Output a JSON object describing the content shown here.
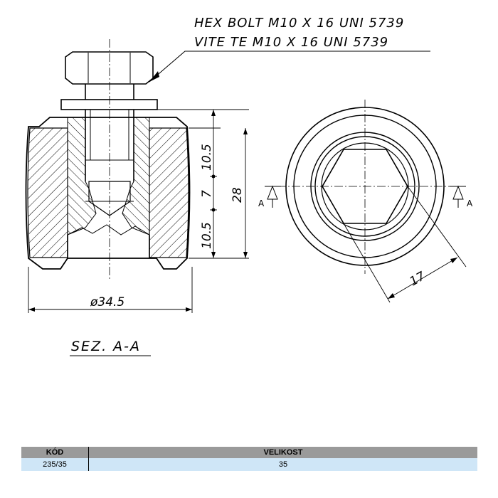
{
  "drawing": {
    "label_line_1": "HEX BOLT M10 X 16 UNI 5739",
    "label_line_2": "VITE TE M10 X 16 UNI 5739",
    "dim_upper": "10.5",
    "dim_middle": "7",
    "dim_lower": "10.5",
    "dim_total_height": "28",
    "dim_diameter": "ø34.5",
    "dim_hex": "17",
    "section_mark_letter": "A",
    "section_label": "SEZ. A-A"
  },
  "table": {
    "headers": [
      "KÓD",
      "VELIKOST"
    ],
    "rows": [
      [
        "235/35",
        "35"
      ]
    ]
  }
}
